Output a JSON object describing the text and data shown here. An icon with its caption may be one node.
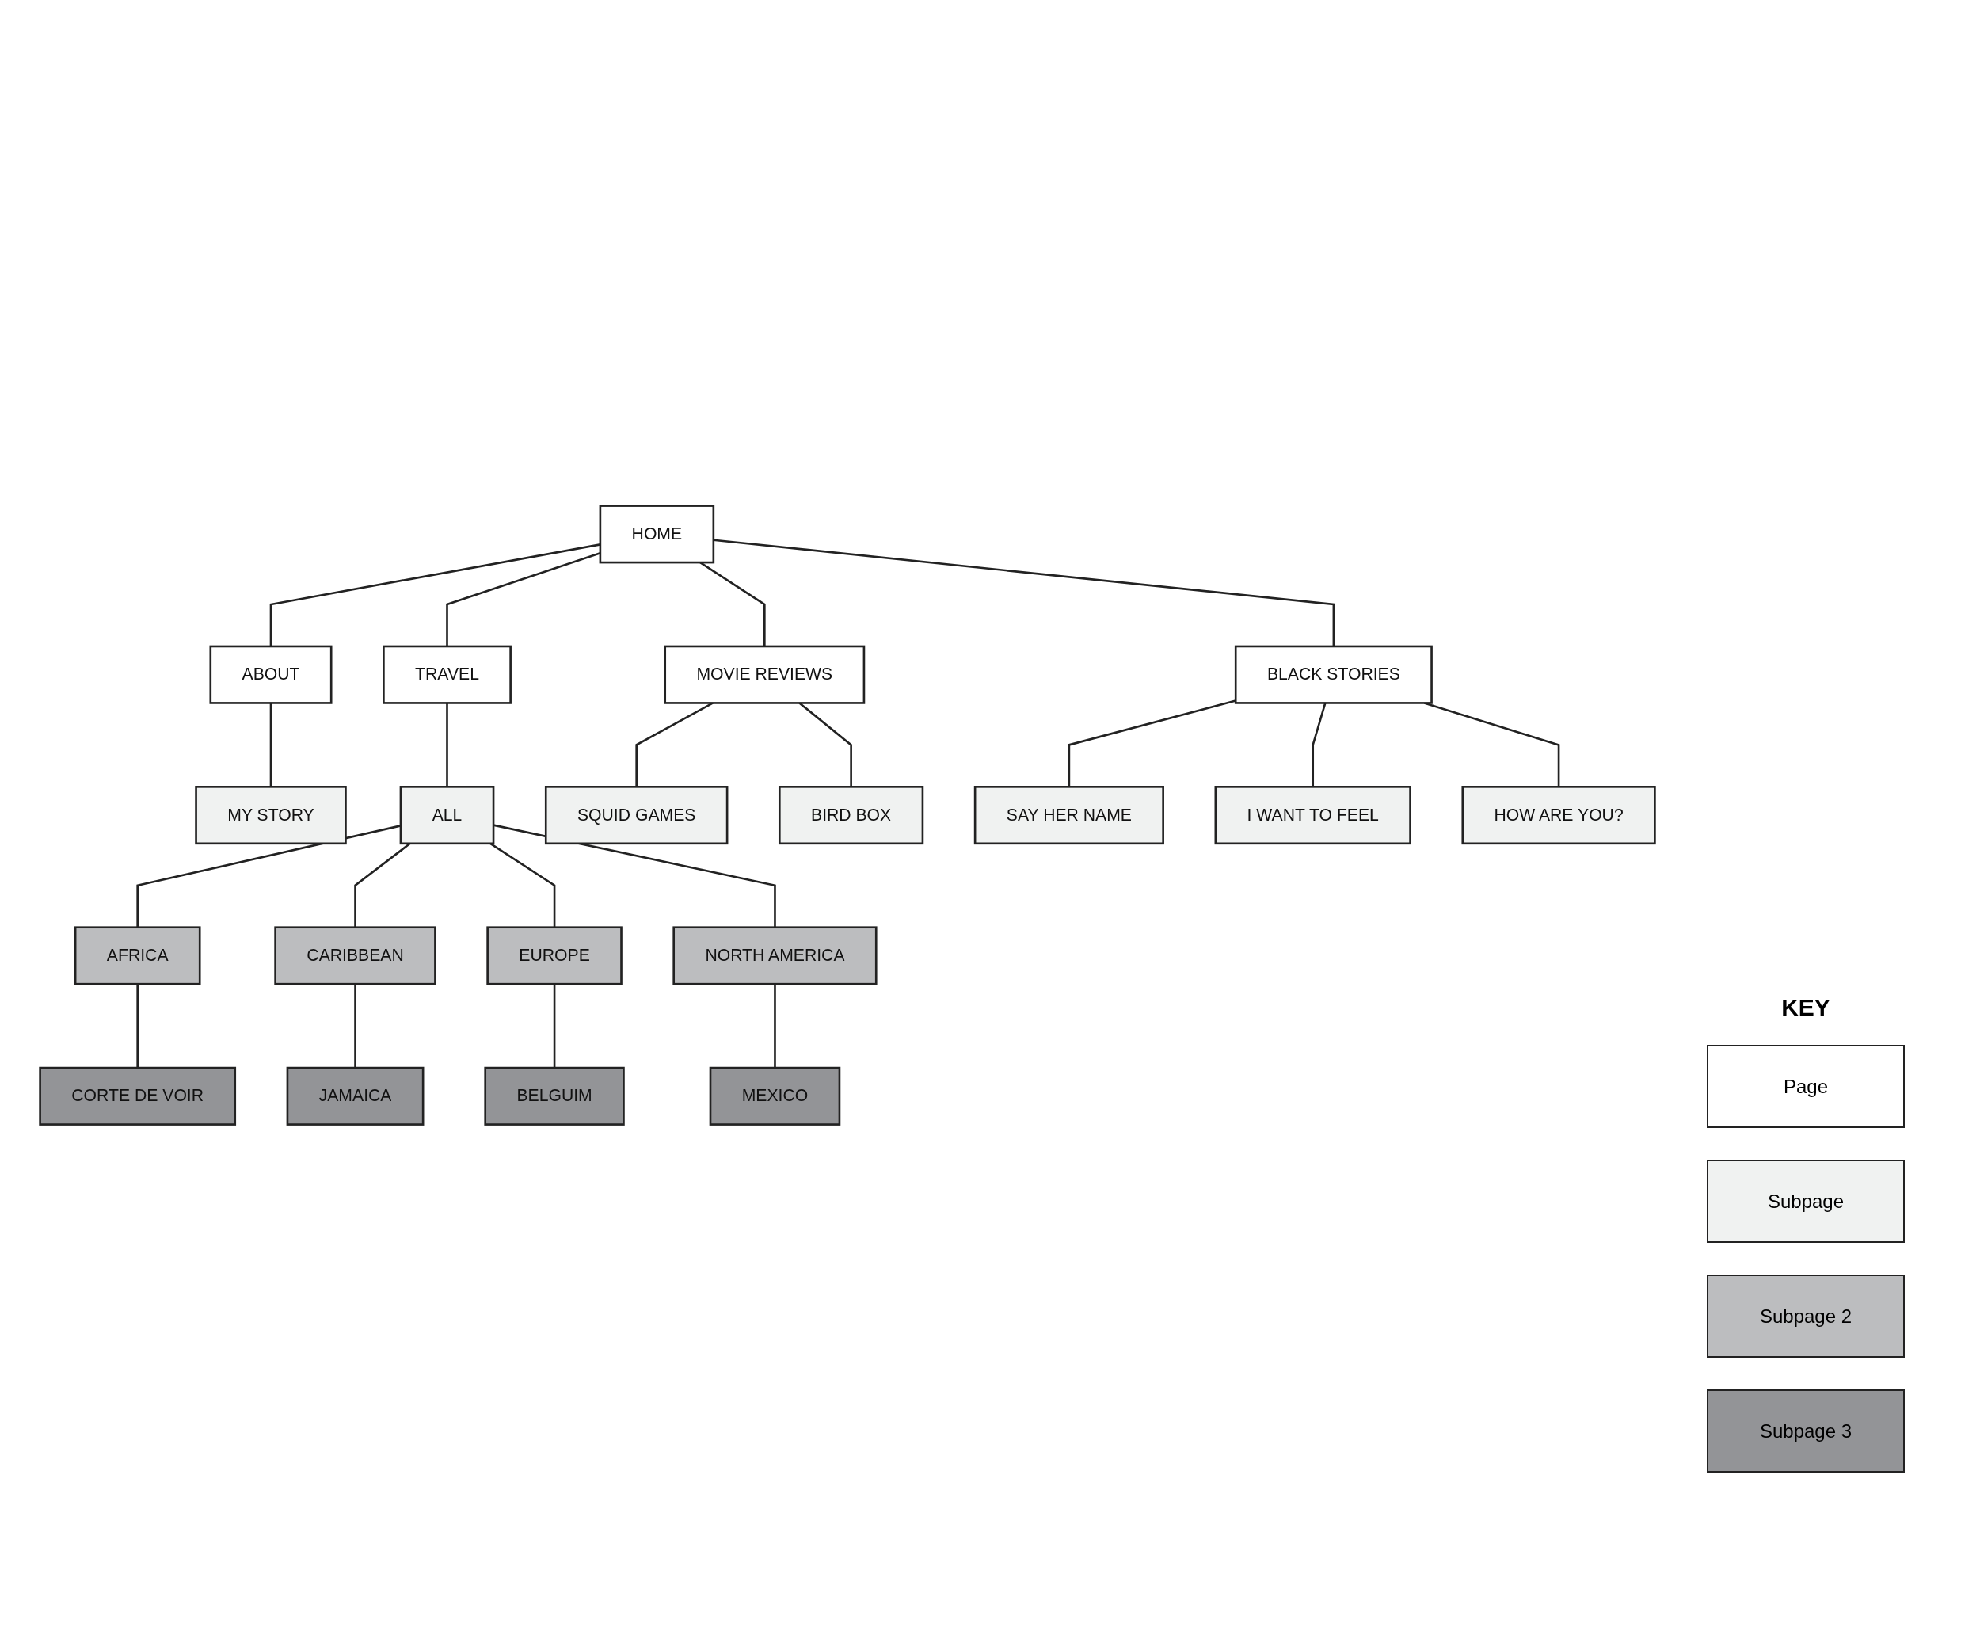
{
  "diagram": {
    "nodes": [
      {
        "text": [
          "HOME"
        ]
      },
      {
        "text": [
          "ABOUT"
        ]
      },
      {
        "text": [
          "MY STORY"
        ]
      },
      {
        "text": [
          "TRAVEL"
        ]
      },
      {
        "text": [
          "ALL"
        ]
      },
      {
        "text": [
          "AFRICA"
        ]
      },
      {
        "text": [
          "CORTE DE VOIR"
        ]
      },
      {
        "text": [
          "CARIBBEAN"
        ]
      },
      {
        "text": [
          "JAMAICA"
        ]
      },
      {
        "text": [
          "EUROPE"
        ]
      },
      {
        "text": [
          "BELGUIM"
        ]
      },
      {
        "text": [
          "NORTH AMERICA"
        ]
      },
      {
        "text": [
          "MEXICO"
        ]
      },
      {
        "text": [
          "MOVIE REVIEWS"
        ]
      },
      {
        "text": [
          "SQUID GAMES"
        ]
      },
      {
        "text": [
          "BIRD BOX"
        ]
      },
      {
        "text": [
          "BLACK STORIES"
        ]
      },
      {
        "text": [
          "SAY HER NAME"
        ]
      },
      {
        "text": [
          "I WANT TO FEEL"
        ]
      },
      {
        "text": [
          "HOW ARE YOU?"
        ]
      }
    ],
    "edges": [
      {
        "from": 0,
        "to": 1,
        "arrow": "none"
      },
      {
        "from": 0,
        "to": 3,
        "arrow": "none"
      },
      {
        "from": 0,
        "to": 13,
        "arrow": "none"
      },
      {
        "from": 0,
        "to": 16,
        "arrow": "none"
      },
      {
        "from": 1,
        "to": 2,
        "arrow": "none"
      },
      {
        "from": 3,
        "to": 4,
        "arrow": "none"
      },
      {
        "from": 4,
        "to": 5,
        "arrow": "none"
      },
      {
        "from": 5,
        "to": 6,
        "arrow": "none"
      },
      {
        "from": 4,
        "to": 7,
        "arrow": "none"
      },
      {
        "from": 7,
        "to": 8,
        "arrow": "none"
      },
      {
        "from": 4,
        "to": 9,
        "arrow": "none"
      },
      {
        "from": 9,
        "to": 10,
        "arrow": "none"
      },
      {
        "from": 4,
        "to": 11,
        "arrow": "none"
      },
      {
        "from": 11,
        "to": 12,
        "arrow": "none"
      },
      {
        "from": 13,
        "to": 14,
        "arrow": "none"
      },
      {
        "from": 13,
        "to": 15,
        "arrow": "none"
      },
      {
        "from": 16,
        "to": 17,
        "arrow": "none"
      },
      {
        "from": 16,
        "to": 18,
        "arrow": "none"
      },
      {
        "from": 16,
        "to": 19,
        "arrow": "none"
      }
    ],
    "labels": [
      "KEY"
    ],
    "legend": [
      {
        "text": "Page",
        "color": "#ffffff"
      },
      {
        "text": "Subpage",
        "color": "#f0f2f1"
      },
      {
        "text": "Subpage 2",
        "color": "#bcbdbf"
      },
      {
        "text": "Subpage 3",
        "color": "#939497"
      }
    ]
  }
}
